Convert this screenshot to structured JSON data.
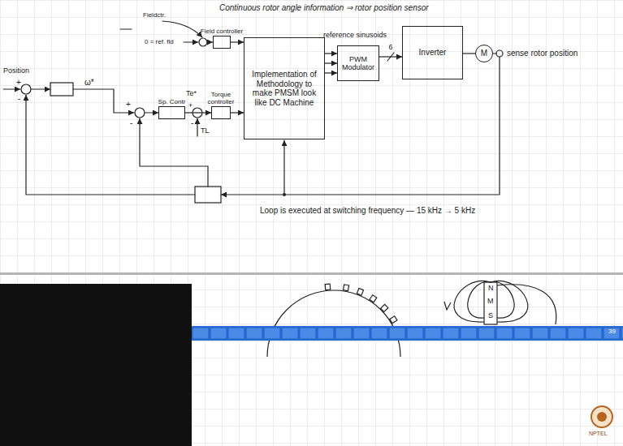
{
  "diagram": {
    "nodes": [
      {
        "text": [
          "Field controller"
        ]
      },
      {
        "text": [
          "Sp. Contr"
        ]
      },
      {
        "text": [
          "Torque controller"
        ]
      },
      {
        "text": [
          "Implementation of Methodology to make PMSM look like DC Machine"
        ]
      },
      {
        "text": [
          "PWM Modulator"
        ]
      },
      {
        "text": [
          "Inverter"
        ]
      },
      {
        "text": [
          "M"
        ]
      }
    ],
    "edges": [
      {
        "from": 0,
        "to": 3,
        "arrow": "to"
      },
      {
        "from": 1,
        "to": 2,
        "arrow": "to"
      },
      {
        "from": 2,
        "to": 3,
        "arrow": "to"
      },
      {
        "from": 3,
        "to": 4,
        "arrow": "to"
      },
      {
        "from": 3,
        "to": 4,
        "arrow": "to"
      },
      {
        "from": 3,
        "to": 4,
        "arrow": "to"
      },
      {
        "from": 4,
        "to": 5,
        "label": "6",
        "arrow": "to"
      },
      {
        "from": 5,
        "to": 6,
        "arrow": "none"
      }
    ],
    "labels": [
      "Continuous rotor angle information ⇒ rotor position sensor",
      "Fieldctr.",
      "0 = ref. fld",
      "Position",
      "+",
      "-",
      "ω*",
      "+",
      "-",
      "Te*",
      "+",
      "-",
      "TL",
      "reference sinusoids",
      "sense rotor position",
      "Loop is executed at switching frequency — 15 kHz → 5 kHz",
      "N",
      "M",
      "S",
      "39",
      "NPTEL"
    ]
  }
}
